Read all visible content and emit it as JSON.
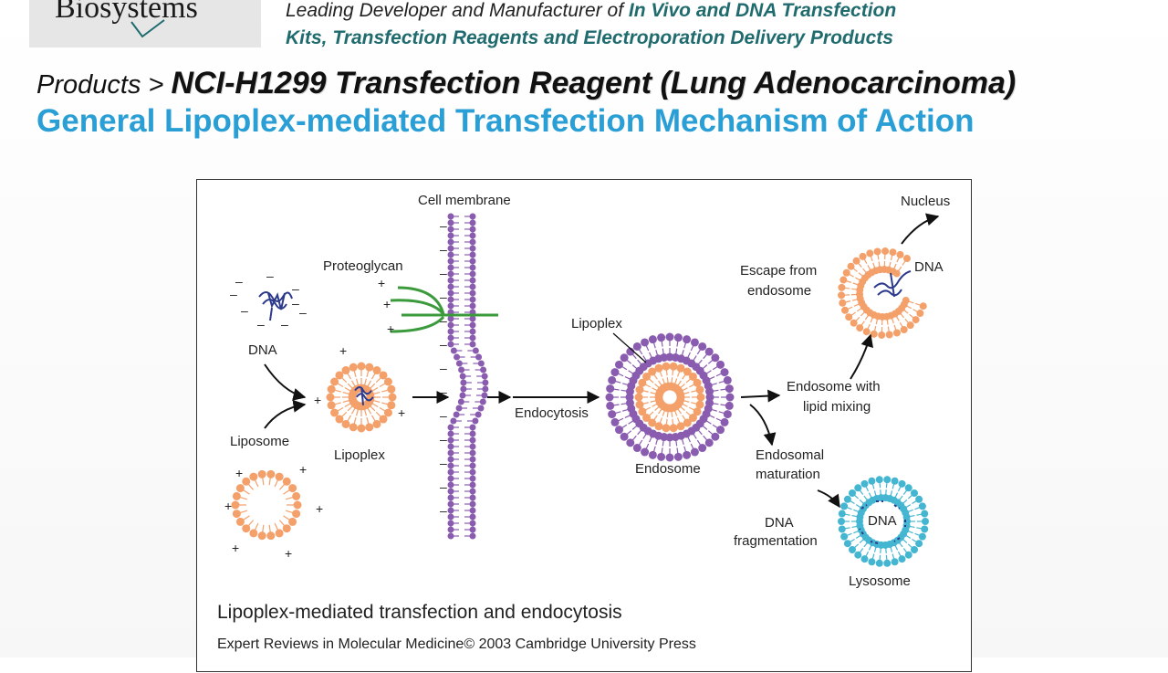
{
  "header": {
    "logo_text": "Biosystems",
    "tagline_line1_plain": "Leading Developer and Manufacturer of ",
    "tagline_line1_highlight": "In Vivo and DNA Transfection",
    "tagline_line2_highlight": "Kits, Transfection Reagents and Electroporation Delivery Products"
  },
  "breadcrumb": {
    "root": "Products",
    "separator": " > ",
    "current": "NCI-H1299 Transfection Reagent (Lung Adenocarcinoma)"
  },
  "subtitle": "General Lipoplex-mediated Transfection Mechanism of Action",
  "figure": {
    "labels": {
      "cell_membrane": "Cell membrane",
      "proteoglycan": "Proteoglycan",
      "dna": "DNA",
      "liposome": "Liposome",
      "lipoplex_small": "Lipoplex",
      "endocytosis": "Endocytosis",
      "lipoplex_inner": "Lipoplex",
      "endosome": "Endosome",
      "nucleus": "Nucleus",
      "escape_line1": "Escape from",
      "escape_line2": "endosome",
      "dna_escape": "DNA",
      "endosome_mixing_line1": "Endosome with",
      "endosome_mixing_line2": "lipid mixing",
      "maturation_line1": "Endosomal",
      "maturation_line2": "maturation",
      "fragmentation_line1": "DNA",
      "fragmentation_line2": "fragmentation",
      "dna_lysosome": "DNA",
      "lysosome": "Lysosome"
    },
    "caption": "Lipoplex-mediated transfection and endocytosis",
    "credit": "Expert Reviews in Molecular Medicine© 2003 Cambridge University Press"
  },
  "colors": {
    "accent_blue": "#2a9fd6",
    "tagline_teal": "#1f6b6e",
    "lipid_orange": "#f4a06a",
    "membrane_purple": "#8a5cb0",
    "proteoglycan_green": "#3b9a3b",
    "lysosome_cyan": "#45b6d2",
    "dna_navy": "#2d3a8c"
  }
}
